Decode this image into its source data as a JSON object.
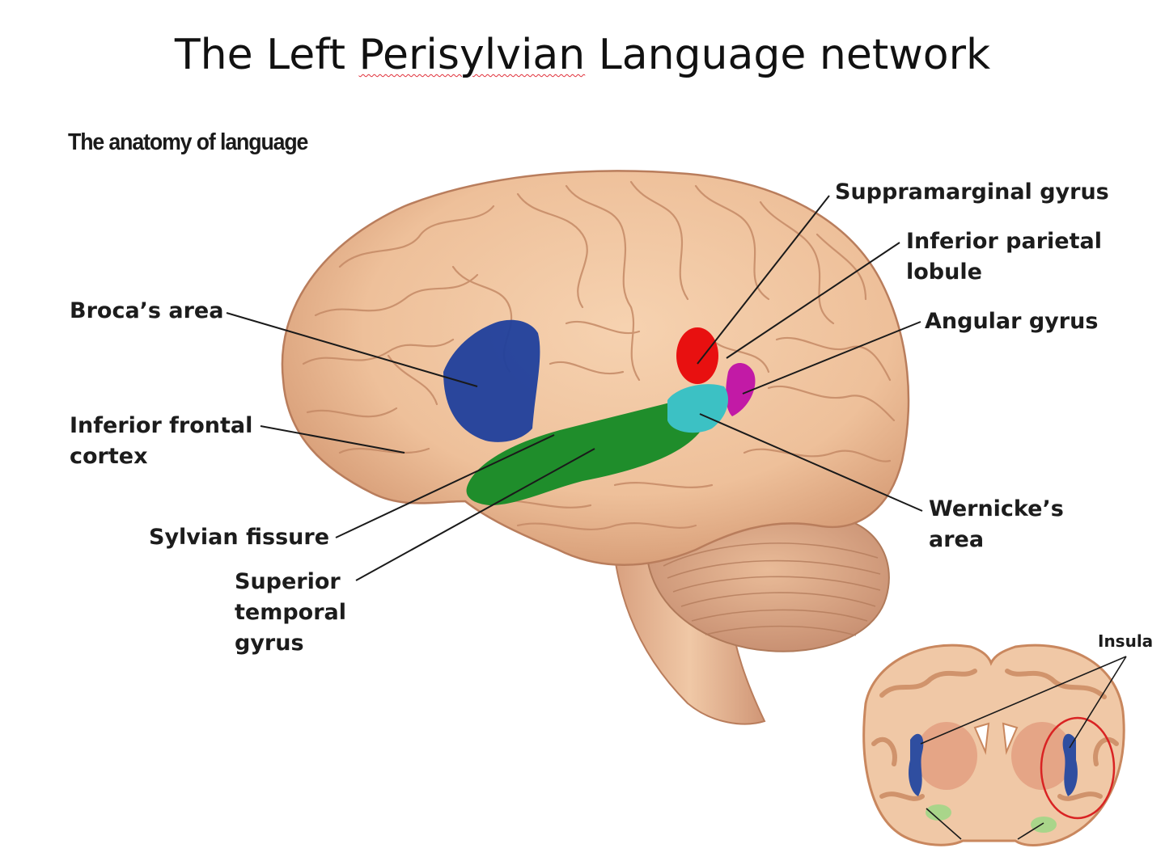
{
  "title": {
    "prefix": "The Left ",
    "squiggle_word": "Perisylvian",
    "suffix": " Language network"
  },
  "caption": "The anatomy of language",
  "labels": {
    "supramarginal": "Suppramarginal gyrus",
    "inferior_parietal_1": "Inferior parietal",
    "inferior_parietal_2": "lobule",
    "angular": "Angular gyrus",
    "broca": "Broca’s area",
    "inferior_frontal_1": "Inferior frontal",
    "inferior_frontal_2": "cortex",
    "sylvian": "Sylvian fissure",
    "superior_temporal_1": "Superior",
    "superior_temporal_2": "temporal",
    "superior_temporal_3": "gyrus",
    "wernicke_1": "Wernicke’s",
    "wernicke_2": "area",
    "insula": "Insula"
  },
  "colors": {
    "broca": "#1f3f9c",
    "supramarginal": "#e81010",
    "angular": "#c21aa6",
    "wernicke": "#3cc1c4",
    "superior_temporal": "#1f8d2b",
    "brain": "#eec09a",
    "cerebellum": "#dba684",
    "insula": "#2f4ea0",
    "highlight_circle": "#d92323"
  }
}
